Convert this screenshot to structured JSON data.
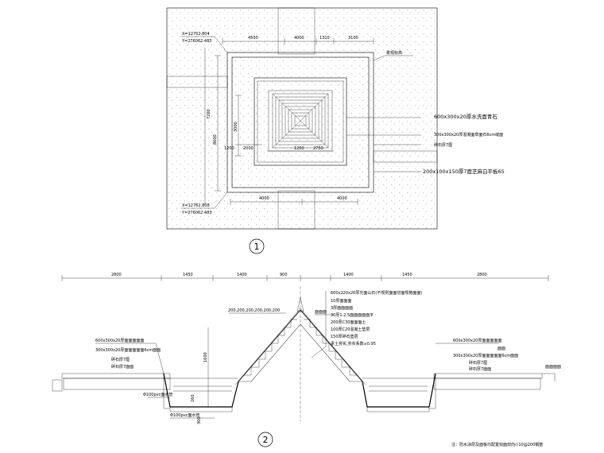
{
  "plan": {
    "view_number": "1",
    "top_dims": [
      "4500",
      "4000",
      "1310",
      "3100"
    ],
    "bottom_dims": [
      "4000",
      "4000"
    ],
    "left_dims": [
      "8600",
      "7200",
      "3000"
    ],
    "left_small_dims": [
      "1200",
      "2000"
    ],
    "center_dims": [
      "1250",
      "2750"
    ],
    "coord_top": [
      "X=12762.804",
      "Y=276062.483"
    ],
    "coord_bottom": [
      "X=12762.808",
      "Y=276062.483"
    ],
    "elev_label": "景观标高",
    "callouts": [
      "600x300x20厚水洗面青石",
      "300x300x20厚混凝面草面石6cm缝面",
      "碎石厚7厘",
      "200x100x150厚7面芝麻白平板65"
    ]
  },
  "section": {
    "view_number": "2",
    "top_dims": [
      "2800",
      "1450",
      "1400",
      "900",
      "1400",
      "1450",
      "2800"
    ],
    "step_dims": "200,200,200,200,200,200",
    "layer_notes": [
      "600x220x20厚光面山石(不规则面面切面规格面面)",
      "10厚面面面",
      "3厚面面面面",
      "30厚1:2.5面面面面面平",
      "200厚C30面面面土",
      "100厚C20混凝土垫层",
      "150厚碎石垫层",
      "素土夯实,夯实系数≥0.95"
    ],
    "left_notes": [
      "600x300x20厚面面面面面",
      "300x300x20厚面面面面面6cm面面",
      "碎石厚7厘",
      "碎石厚7面面"
    ],
    "right_notes": [
      "600x300x20厚面面面面面",
      "面面",
      "300x300x20厚面面面面面6cm面面",
      "碎石厚7厘",
      "碎石厚7面面"
    ],
    "pipe_notes": [
      "Φ100pvc面水管",
      "Φ100pvc面水管"
    ],
    "ridge_label": "面面面",
    "right_edge_label": "面面面面",
    "vertical_dims": [
      "1600",
      "260",
      "300"
    ],
    "footnote": "注：防水涂层及面板均配置双面双向∅10@200钢筋"
  }
}
